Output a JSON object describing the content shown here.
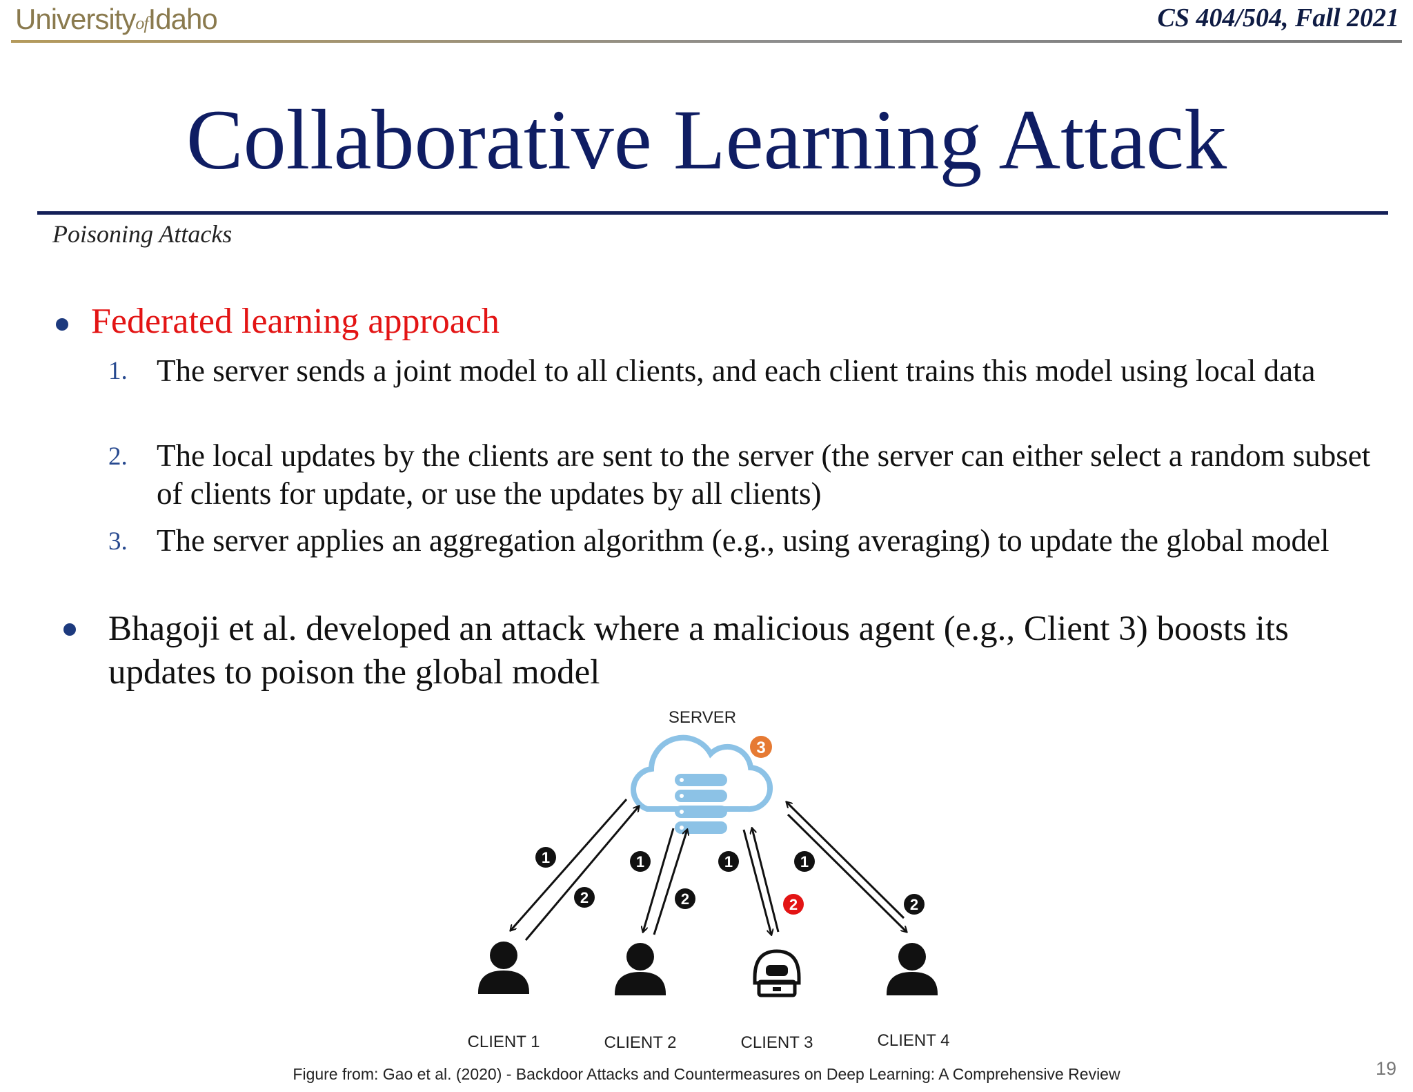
{
  "header": {
    "logo_main_1": "University",
    "logo_of": "of",
    "logo_main_2": "Idaho",
    "course": "CS 404/504, Fall 2021"
  },
  "slide": {
    "title": "Collaborative Learning Attack",
    "subtitle": "Poisoning Attacks",
    "bullet1": "Federated learning approach",
    "steps": [
      {
        "num": "1.",
        "text": "The server sends a joint model to all clients, and each client trains this model using local data"
      },
      {
        "num": "2.",
        "text": "The local updates by the clients are sent to the server (the server can either select a random subset of clients for update, or use the updates by all clients)"
      },
      {
        "num": "3.",
        "text": "The server applies an aggregation algorithm (e.g., using averaging) to update the global model"
      }
    ],
    "bullet2": "Bhagoji et al. developed an attack where a malicious agent (e.g., Client 3) boosts its updates to poison the global model"
  },
  "diagram": {
    "server_label": "SERVER",
    "clients": [
      "CLIENT 1",
      "CLIENT 2",
      "CLIENT 3",
      "CLIENT 4"
    ],
    "step_badges": {
      "send": "1",
      "update": "2",
      "aggregate": "3"
    },
    "colors": {
      "cloud": "#8cc2e6",
      "malicious_update": "#e31414",
      "aggregate": "#e67a33",
      "badge": "#111111"
    },
    "icons": [
      "cloud-server-icon",
      "person-icon",
      "hacker-icon",
      "arrow-icon"
    ]
  },
  "caption": "Figure from: Gao et al. (2020) - Backdoor Attacks and Countermeasures on Deep Learning: A Comprehensive Review",
  "page_number": "19"
}
